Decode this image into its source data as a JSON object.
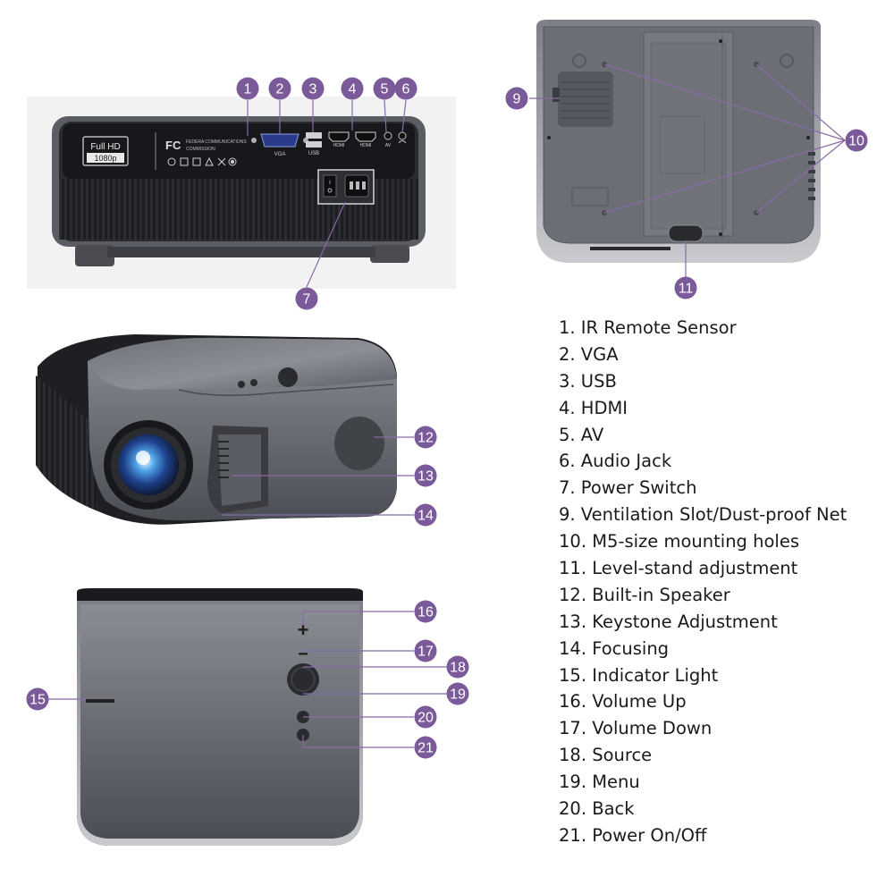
{
  "colors": {
    "marker": "#7b5a99",
    "marker_text": "#ffffff",
    "leader": "#8a6aa8",
    "body_dark": "#2c2d31",
    "body_grey": "#6d7077",
    "body_light": "#9a9da3",
    "legend_text": "#1a1a1a"
  },
  "rear_panel": {
    "badge_top": "Full HD",
    "badge_bottom": "1080p",
    "fcc_logo": "FC",
    "fcc_statement_line1": "FEDERA COMMUNICATIONS",
    "fcc_statement_line2": "COMMISSION",
    "port_labels": {
      "vga": "VGA",
      "usb": "USB",
      "hdmi1": "HDMI",
      "hdmi2": "HDMI",
      "av": "AV"
    }
  },
  "markers": [
    "1",
    "2",
    "3",
    "4",
    "5",
    "6",
    "7",
    "9",
    "10",
    "11",
    "12",
    "13",
    "14",
    "15",
    "16",
    "17",
    "18",
    "19",
    "20",
    "21"
  ],
  "top_panel": {
    "plus_symbol": "+",
    "minus_symbol": "−"
  },
  "legend": [
    "1. IR Remote Sensor",
    "2. VGA",
    "3. USB",
    "4. HDMI",
    "5. AV",
    "6. Audio Jack",
    "7. Power Switch",
    "9. Ventilation Slot/Dust-proof Net",
    "10. M5-size mounting holes",
    "11. Level-stand adjustment",
    "12. Built-in Speaker",
    "13. Keystone Adjustment",
    "14. Focusing",
    "15. Indicator Light",
    "16. Volume Up",
    "17. Volume Down",
    "18. Source",
    "19. Menu",
    "20. Back",
    "21. Power On/Off"
  ]
}
